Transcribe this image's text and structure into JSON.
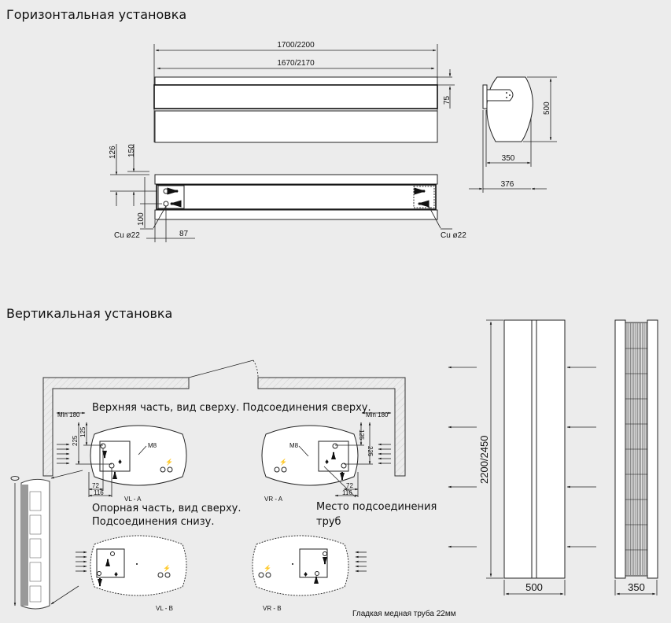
{
  "titles": {
    "horizontal": "Горизонтальная установка",
    "vertical": "Вертикальная установка"
  },
  "horizontal": {
    "dim_outer_length": "1700/2200",
    "dim_inner_length": "1670/2170",
    "dim_75": "75",
    "dim_126": "126",
    "dim_150": "150",
    "dim_100": "100",
    "dim_87": "87",
    "pipe_left": "Cu ø22",
    "pipe_right": "Cu ø22",
    "dim_500": "500",
    "dim_350": "350",
    "dim_376": "376"
  },
  "vertical": {
    "top_caption": "Верхняя часть, вид сверху. Подсоединения сверху.",
    "min_left": "Min 180",
    "min_right": "Min 180",
    "dim_225": "225",
    "dim_125": "125",
    "dim_72": "72",
    "dim_116": "116",
    "m8": "M8",
    "label_vla": "VL - A",
    "label_vra": "VR - A",
    "label_vlb": "VL - B",
    "label_vrb": "VR - B",
    "support_caption_1": "Опорная часть, вид сверху.",
    "support_caption_2": "Подсоединения снизу.",
    "pipe_place_1": "Место подсоединения",
    "pipe_place_2": "труб",
    "pipe_note": "Гладкая медная труба 22мм",
    "dim_height": "2200/2450",
    "dim_front_width": "500",
    "dim_side_width": "350"
  }
}
